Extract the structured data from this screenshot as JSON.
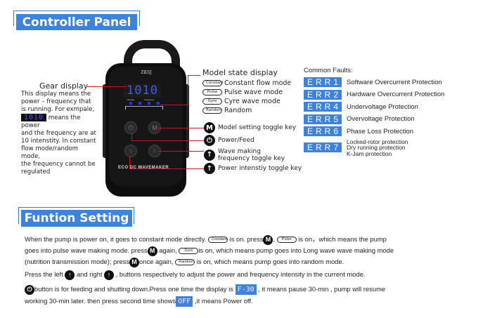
{
  "header1": "Controller Panel",
  "gear": {
    "title": "Gear display",
    "lines": [
      "This display means the",
      "power – frequency that",
      "is running. For exmpale,"
    ],
    "example": "1010",
    "after_example": "means the power",
    "lines2": [
      "and the frequency are at",
      "10 intenstity. In constant",
      "flow mode/random  mode,",
      "the frequency cannot be",
      "regulated"
    ]
  },
  "device": {
    "brand": "ZKSJ",
    "display": "1010",
    "name": "ECO DC WAVEMAKER",
    "labels": [
      "Intensity",
      "Frequency"
    ]
  },
  "model_state": {
    "title": "Model state display",
    "items": [
      {
        "pill": "Constant",
        "label": "Constant flow mode"
      },
      {
        "pill": "Pulse",
        "label": "Pulse wave mode"
      },
      {
        "pill": "Gyre",
        "label": "Cyre wave mode"
      },
      {
        "pill": "Random",
        "label": "Random"
      }
    ]
  },
  "keys": [
    {
      "icon": "M",
      "label": "Model setting toggle key"
    },
    {
      "icon": "⏻",
      "label": "Power/Feed"
    },
    {
      "icon": "↑",
      "label": "Wave making frequency toggle key"
    },
    {
      "icon": "↑",
      "label": "Power intenstiy toggle key"
    }
  ],
  "faults": {
    "title": "Common Faults:",
    "items": [
      {
        "code": "ERR1",
        "desc": "Software Overcurrent Protection"
      },
      {
        "code": "ERR2",
        "desc": "Hardware Overcurrent Protection"
      },
      {
        "code": "ERR4",
        "desc": "Undervoltage Protection"
      },
      {
        "code": "ERR5",
        "desc": "Overvoltage Protection"
      },
      {
        "code": "ERR6",
        "desc": "Phase Loss Protection"
      },
      {
        "code": "ERR7",
        "desc": "Locked-rotor protection",
        "desc2": "Dry running protection",
        "desc3": "K-Jam protection"
      }
    ]
  },
  "header2": "Funtion Setting",
  "para": {
    "l1a": "When the pump is power on, it goes to constant mode directly.",
    "l1b": "is on. press",
    "l1c": ",",
    "l1d": "is on，which means the pump",
    "l2a": "goes into pulse wave making mode. press",
    "l2b": "again,",
    "l2c": "is on,  which means pump goes into Long wave wave making mode",
    "l3a": "(nutrition transmission mode); press",
    "l3b": "once again,",
    "l3c": "is on, which means pump goes into random mode.",
    "l4a": "Press the left",
    "l4b": "and  right",
    "l4c": ", buttons respectively to adjust the power and frequency intensity in the current mode.",
    "l5a": "button is for feeding and shutting down.Press one time the display is",
    "l5tag": "F-30",
    "l5b": ", it means pause 30-min , pump will resume",
    "l6a": "working 30-min later.  then press second time shows",
    "l6tag": "OFF",
    "l6b": ",it means  Power off."
  },
  "icons": {
    "m": "M",
    "power": "⏻",
    "up": "↑"
  },
  "colors": {
    "accent": "#3d82dc",
    "line": "#d0102a"
  }
}
